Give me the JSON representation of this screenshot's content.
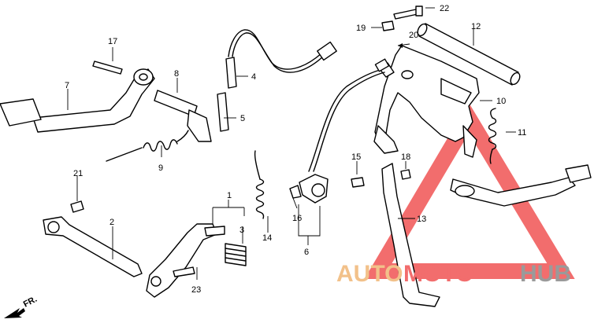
{
  "diagram": {
    "labels": {
      "p1": "1",
      "p2": "2",
      "p3": "3",
      "p4": "4",
      "p5": "5",
      "p6": "6",
      "p7": "7",
      "p8": "8",
      "p9": "9",
      "p10": "10",
      "p11": "11",
      "p12": "12",
      "p13": "13",
      "p14": "14",
      "p15": "15",
      "p16": "16",
      "p17": "17",
      "p18": "18",
      "p19": "19",
      "p20": "20",
      "p21": "21",
      "p22": "22",
      "p23": "23"
    },
    "front_marker": "FR."
  },
  "watermark": {
    "text_auto": "AUTO",
    "text_moto": "MOTO",
    "text_hub": "HUB",
    "colors": {
      "triangle": "#f26d6d",
      "auto": "#f2c18a",
      "moto": "#f26d6d",
      "hub": "#9a9a9a"
    }
  }
}
